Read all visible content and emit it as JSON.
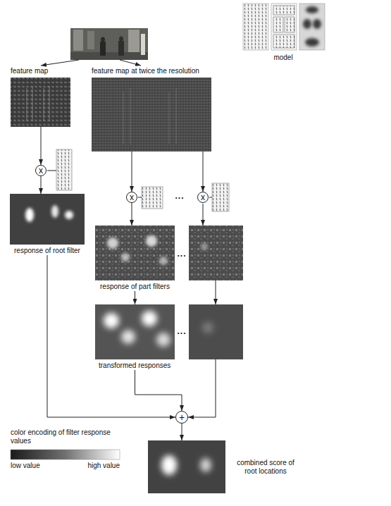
{
  "diagram": {
    "nodes": [
      {
        "text": [
          "feature map"
        ]
      },
      {
        "text": [
          "feature map at twice the resolution"
        ]
      },
      {
        "text": [
          "x"
        ]
      },
      {
        "text": [
          "x"
        ]
      },
      {
        "text": [
          "x"
        ]
      },
      {
        "text": [
          "response of root filter"
        ]
      },
      {
        "text": [
          "response of part filters"
        ]
      },
      {
        "text": [
          "transformed responses"
        ]
      },
      {
        "text": [
          "+"
        ]
      },
      {
        "text": [
          "combined score of root locations"
        ]
      }
    ],
    "edges": [
      {
        "from": 0,
        "to": 2,
        "arrow": "to"
      },
      {
        "from": 1,
        "to": 3,
        "arrow": "to"
      },
      {
        "from": 1,
        "to": 4,
        "arrow": "to"
      },
      {
        "from": 2,
        "to": 5,
        "arrow": "to"
      },
      {
        "from": 3,
        "to": 6,
        "arrow": "to"
      },
      {
        "from": 6,
        "to": 7,
        "arrow": "to"
      },
      {
        "from": 5,
        "to": 8,
        "arrow": "to"
      },
      {
        "from": 7,
        "to": 8,
        "arrow": "to"
      },
      {
        "from": 8,
        "to": 9,
        "arrow": "to"
      }
    ],
    "labels": [
      "model",
      "...",
      "...",
      "...",
      "color encoding of filter response values",
      "low value",
      "high value"
    ]
  }
}
